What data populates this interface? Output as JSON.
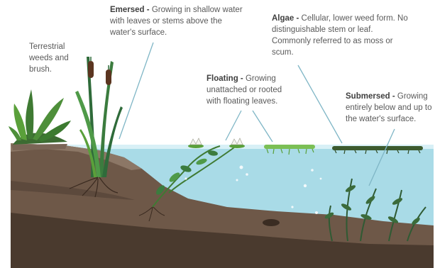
{
  "labels": {
    "terrestrial": {
      "body": "Terrestrial weeds and brush."
    },
    "emersed": {
      "term": "Emersed -",
      "body": "Growing in shallow water with leaves or stems above the water's surface."
    },
    "algae": {
      "term": "Algae -",
      "body": "Cellular, lower weed form.  No distinguishable stem or leaf.  Commonly referred to as moss or scum."
    },
    "floating": {
      "term": "Floating -",
      "body": "Growing unattached or rooted with floating leaves."
    },
    "submersed": {
      "term": "Submersed -",
      "body": "Growing entirely below and up to the water's surface."
    }
  },
  "colors": {
    "water": "#a9dbe7",
    "water_surface": "#d8f0f6",
    "soil_dark": "#4a3a2e",
    "soil_mid": "#6e5848",
    "soil_light": "#8c7766",
    "plant_green": "#2f6b3a",
    "leaf_green": "#5aa03a",
    "cattail_brown": "#5b3520",
    "pointer_line": "#7fb6c6"
  }
}
